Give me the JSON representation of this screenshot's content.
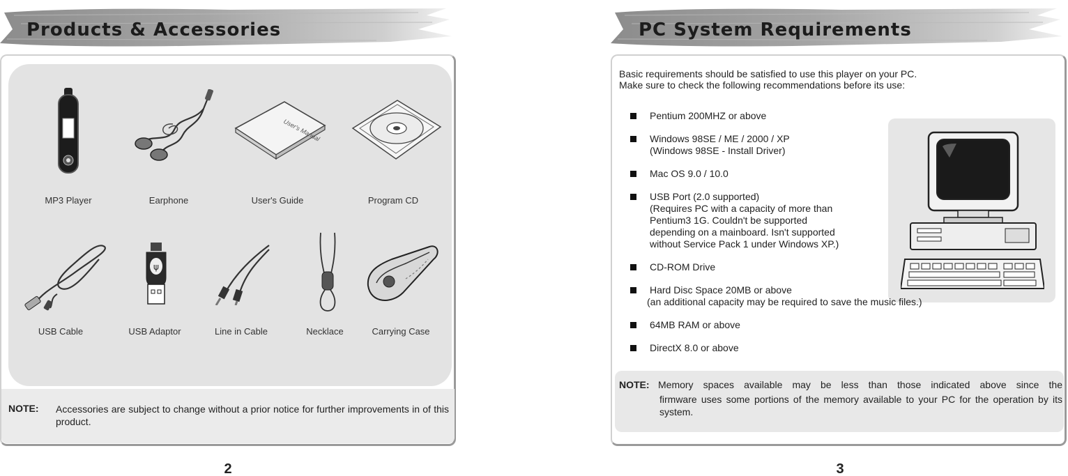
{
  "left_page": {
    "title": "Products & Accessories",
    "items": [
      {
        "label": "MP3 Player",
        "icon": "mp3-player-icon"
      },
      {
        "label": "Earphone",
        "icon": "earphone-icon"
      },
      {
        "label": "User's Guide",
        "icon": "users-guide-icon"
      },
      {
        "label": "Program CD",
        "icon": "program-cd-icon"
      },
      {
        "label": "USB Cable",
        "icon": "usb-cable-icon"
      },
      {
        "label": "USB Adaptor",
        "icon": "usb-adaptor-icon"
      },
      {
        "label": "Line in Cable",
        "icon": "line-in-cable-icon"
      },
      {
        "label": "Necklace",
        "icon": "necklace-icon"
      },
      {
        "label": "Carrying Case",
        "icon": "carrying-case-icon"
      }
    ],
    "manual_cover_text": "User's Manual",
    "note_label": "NOTE:",
    "note_text": "Accessories are subject to change without a prior notice for further improvements in of this product.",
    "page_number": "2"
  },
  "right_page": {
    "title": "PC System Requirements",
    "intro_line1": "Basic requirements should be satisfied to use this player on your PC.",
    "intro_line2": "Make sure to check the following recommendations before its use:",
    "requirements": [
      {
        "lines": [
          "Pentium 200MHZ or above"
        ]
      },
      {
        "lines": [
          "Windows 98SE / ME / 2000 / XP",
          "(Windows 98SE - Install Driver)"
        ]
      },
      {
        "lines": [
          "Mac OS 9.0 / 10.0"
        ]
      },
      {
        "lines": [
          "USB Port (2.0 supported)",
          "(Requires PC with a capacity of more than",
          "Pentium3 1G. Couldn't be supported",
          "depending on a mainboard. Isn't supported",
          "without Service Pack 1 under Windows XP.)"
        ]
      },
      {
        "lines": [
          "CD-ROM Drive"
        ]
      },
      {
        "lines": [
          "Hard Disc Space 20MB or above",
          "(an additional capacity may be required   to save the music files.)"
        ]
      },
      {
        "lines": [
          "64MB RAM or above"
        ]
      },
      {
        "lines": [
          "DirectX 8.0 or above"
        ]
      }
    ],
    "pc_icon": "desktop-computer-icon",
    "note_label": "NOTE:",
    "note_line1": "Memory spaces available may be less than those indicated above since the",
    "note_rest": "firmware uses some portions of the memory available to your PC for the operation by its system.",
    "page_number": "3"
  },
  "colors": {
    "banner_gray": "#9e9e9e",
    "panel_gray": "#e3e3e3",
    "note_gray": "#ebebeb",
    "frame_border": "#9a9a9a"
  }
}
